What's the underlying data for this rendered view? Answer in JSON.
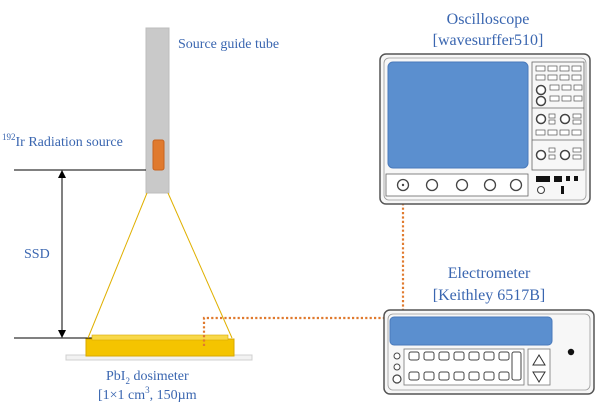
{
  "labels": {
    "source_guide_tube": "Source guide tube",
    "radiation_source_sup": "192",
    "radiation_source_text": "Ir Radiation source",
    "ssd": "SSD",
    "dosimeter_line1_pre": "PbI",
    "dosimeter_line1_sub": "2",
    "dosimeter_line1_post": " dosimeter",
    "dosimeter_line2_pre": "[1×1 cm",
    "dosimeter_line2_sup": "3",
    "dosimeter_line2_post": ", 150µm",
    "oscilloscope_name": "Oscilloscope",
    "oscilloscope_model": "[wavesurffer510]",
    "electrometer_name": "Electrometer",
    "electrometer_model": "[Keithley 6517B]"
  },
  "colors": {
    "label_text": "#3a66b0",
    "tube": "#c9c9c9",
    "source": "#e07a2e",
    "beam_lines": "#e0b000",
    "dosimeter": "#f4c400",
    "cable": "#e07a2e",
    "screen": "#5b8fcf",
    "instrument_body": "#f7f7f7"
  },
  "icons": {
    "up_arrow": "triangle-up-icon",
    "down_arrow": "triangle-down-icon"
  }
}
